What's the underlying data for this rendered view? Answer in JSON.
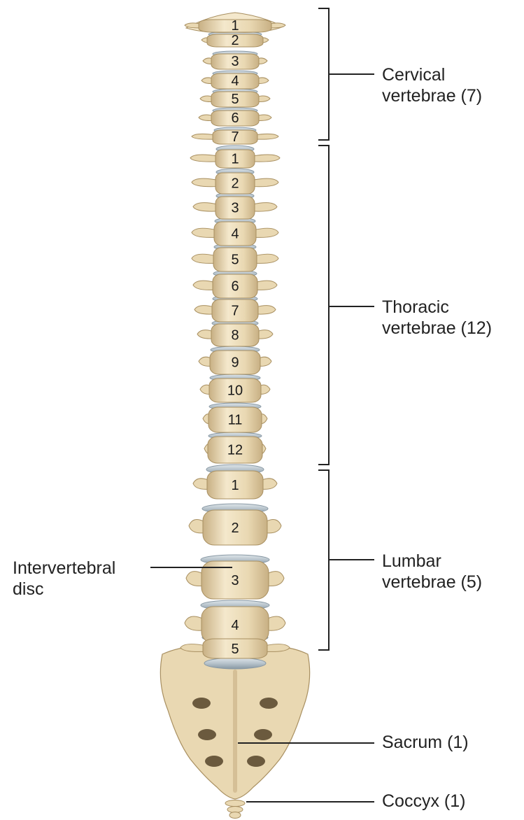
{
  "colors": {
    "bone": "#e9d8b2",
    "bone_light": "#f4e8cc",
    "bone_shadow": "#c8b084",
    "bone_edge": "#a88f60",
    "disc": "#b8c4cc",
    "disc_edge": "#8898a4",
    "line": "#222222"
  },
  "regions": [
    {
      "key": "cervical",
      "line1": "Cervical",
      "line2": "vertebrae (7)",
      "count": 7
    },
    {
      "key": "thoracic",
      "line1": "Thoracic",
      "line2": "vertebrae (12)",
      "count": 12
    },
    {
      "key": "lumbar",
      "line1": "Lumbar",
      "line2": "vertebrae (5)",
      "count": 5
    }
  ],
  "labels": {
    "disc_line1": "Intervertebral",
    "disc_line2": "disc",
    "sacrum": "Sacrum (1)",
    "coccyx": "Coccyx (1)"
  },
  "vertebra_numbers": {
    "cervical": [
      "1",
      "2",
      "3",
      "4",
      "5",
      "6",
      "7"
    ],
    "thoracic": [
      "1",
      "2",
      "3",
      "4",
      "5",
      "6",
      "7",
      "8",
      "9",
      "10",
      "11",
      "12"
    ],
    "lumbar": [
      "1",
      "2",
      "3",
      "4",
      "5"
    ]
  }
}
